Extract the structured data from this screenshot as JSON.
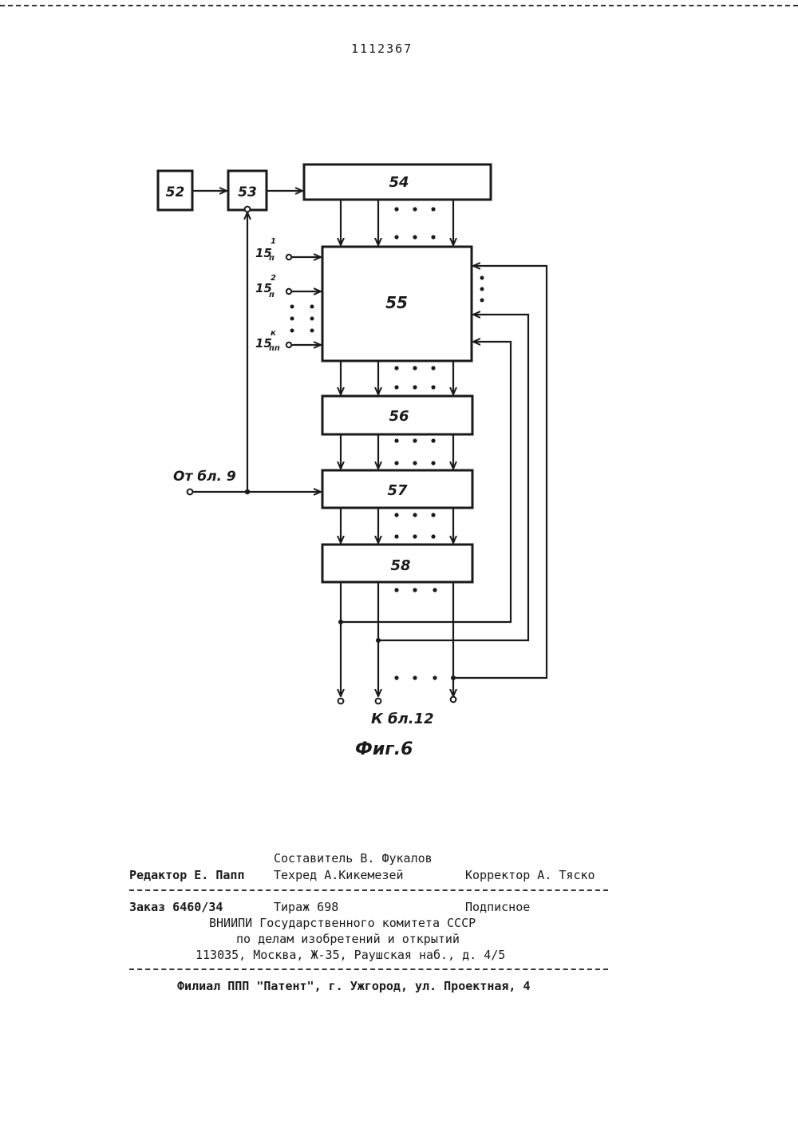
{
  "header": {
    "patent_number": "1112367"
  },
  "diagram": {
    "blocks": {
      "b52": "52",
      "b53": "53",
      "b54": "54",
      "b55": "55",
      "b56": "56",
      "b57": "57",
      "b58": "58"
    },
    "inputs": {
      "in1": {
        "base": "15",
        "sup": "1",
        "sub": "п"
      },
      "in2": {
        "base": "15",
        "sup": "2",
        "sub": "п"
      },
      "ink": {
        "base": "15",
        "sup": "к",
        "sub": "пп"
      }
    },
    "from_label": "От бл. 9",
    "to_label": "К бл.12",
    "caption": "Фиг.6"
  },
  "footer": {
    "compiler": "Составитель В. Фукалов",
    "editor": "Редактор Е. Папп",
    "techred": "Техред А.Кикемезей",
    "corrector": "Корректор А. Тяско",
    "order": "Заказ 6460/34",
    "circulation": "Тираж 698",
    "subscription": "Подписное",
    "org_line1": "ВНИИПИ Государственного комитета СССР",
    "org_line2": "по делам изобретений и открытий",
    "address": "113035, Москва, Ж-35, Раушская наб., д. 4/5",
    "branch": "Филиал ППП \"Патент\", г. Ужгород, ул. Проектная, 4"
  }
}
